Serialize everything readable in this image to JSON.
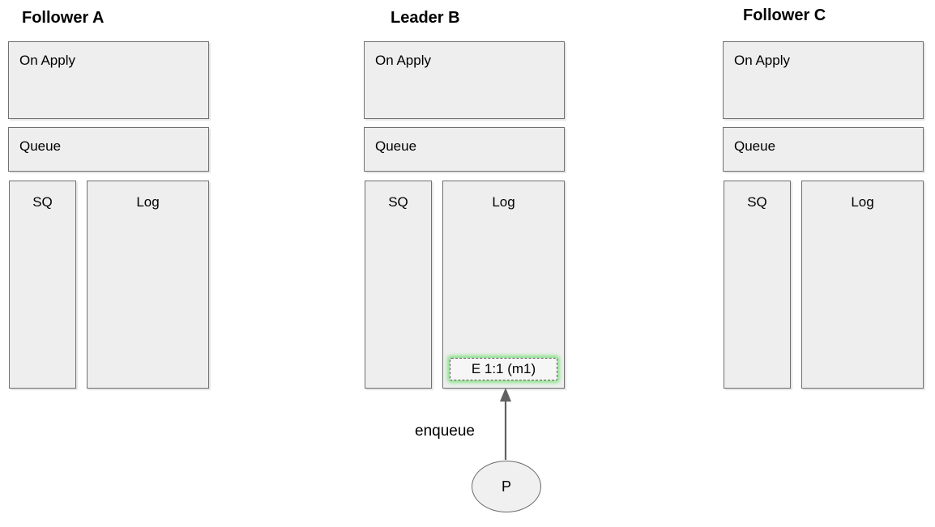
{
  "diagram": {
    "nodes": [
      {
        "id": "follower-a",
        "title": "Follower A",
        "boxes": {
          "on_apply": "On Apply",
          "queue": "Queue",
          "sq": "SQ",
          "log": "Log"
        },
        "log_entries": []
      },
      {
        "id": "leader-b",
        "title": "Leader B",
        "boxes": {
          "on_apply": "On Apply",
          "queue": "Queue",
          "sq": "SQ",
          "log": "Log"
        },
        "log_entries": [
          {
            "label": "E 1:1 (m1)",
            "highlighted": true
          }
        ]
      },
      {
        "id": "follower-c",
        "title": "Follower C",
        "boxes": {
          "on_apply": "On Apply",
          "queue": "Queue",
          "sq": "SQ",
          "log": "Log"
        },
        "log_entries": []
      }
    ],
    "producer": {
      "label": "P"
    },
    "enqueue_edge": {
      "label": "enqueue",
      "direction": "up"
    },
    "colors": {
      "box_fill": "#eeeeee",
      "box_border": "#707070",
      "highlight_glow": "#8fe48f",
      "arrow": "#616161",
      "text": "#000000"
    }
  }
}
